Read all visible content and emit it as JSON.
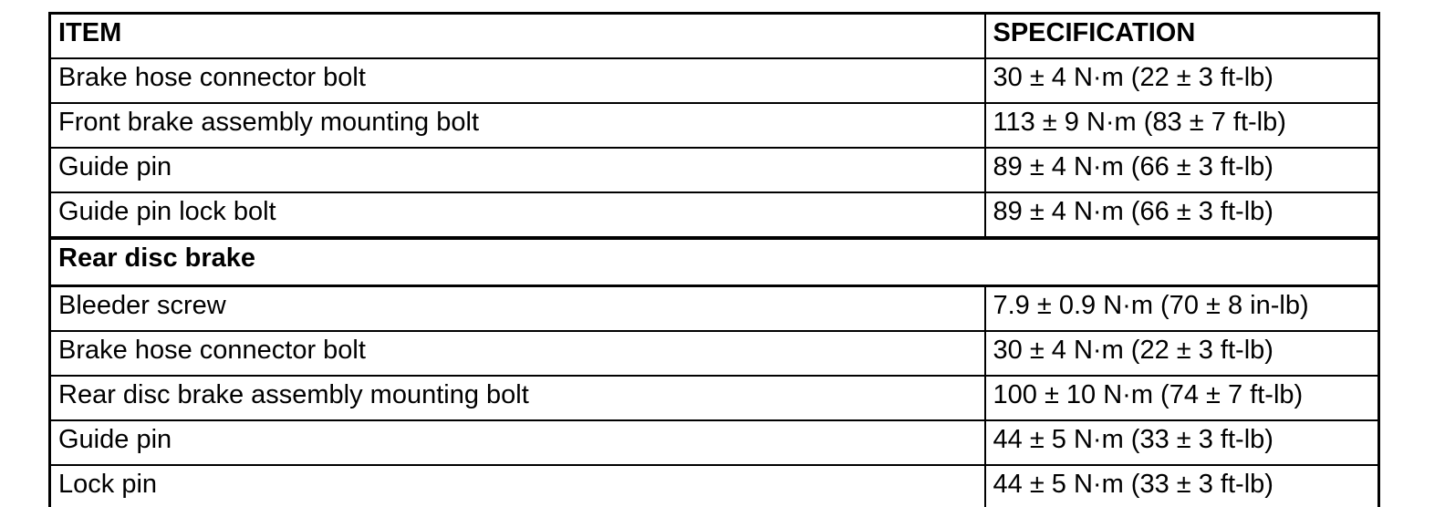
{
  "table": {
    "columns": [
      {
        "label": "ITEM"
      },
      {
        "label": "SPECIFICATION"
      }
    ],
    "rows": [
      {
        "type": "data",
        "item": "Brake hose connector bolt",
        "spec": "30 ± 4 N·m (22 ± 3 ft-lb)"
      },
      {
        "type": "data",
        "item": "Front brake assembly mounting bolt",
        "spec": "113 ± 9 N·m (83 ± 7 ft-lb)"
      },
      {
        "type": "data",
        "item": "Guide pin",
        "spec": "89 ± 4 N·m (66 ± 3 ft-lb)"
      },
      {
        "type": "data",
        "item": "Guide pin lock bolt",
        "spec": "89 ± 4 N·m (66 ± 3 ft-lb)"
      },
      {
        "type": "section",
        "item": "Rear disc brake",
        "spec": ""
      },
      {
        "type": "data",
        "item": "Bleeder screw",
        "spec": "7.9 ± 0.9 N·m (70 ± 8 in-lb)"
      },
      {
        "type": "data",
        "item": "Brake hose connector bolt",
        "spec": "30 ± 4 N·m (22 ± 3 ft-lb)"
      },
      {
        "type": "data",
        "item": "Rear disc brake assembly mounting bolt",
        "spec": "100 ± 10 N·m (74 ± 7 ft-lb)"
      },
      {
        "type": "data",
        "item": "Guide pin",
        "spec": "44 ± 5 N·m (33 ± 3 ft-lb)"
      },
      {
        "type": "data",
        "item": "Lock pin",
        "spec": "44 ± 5 N·m (33 ± 3 ft-lb)"
      }
    ]
  }
}
